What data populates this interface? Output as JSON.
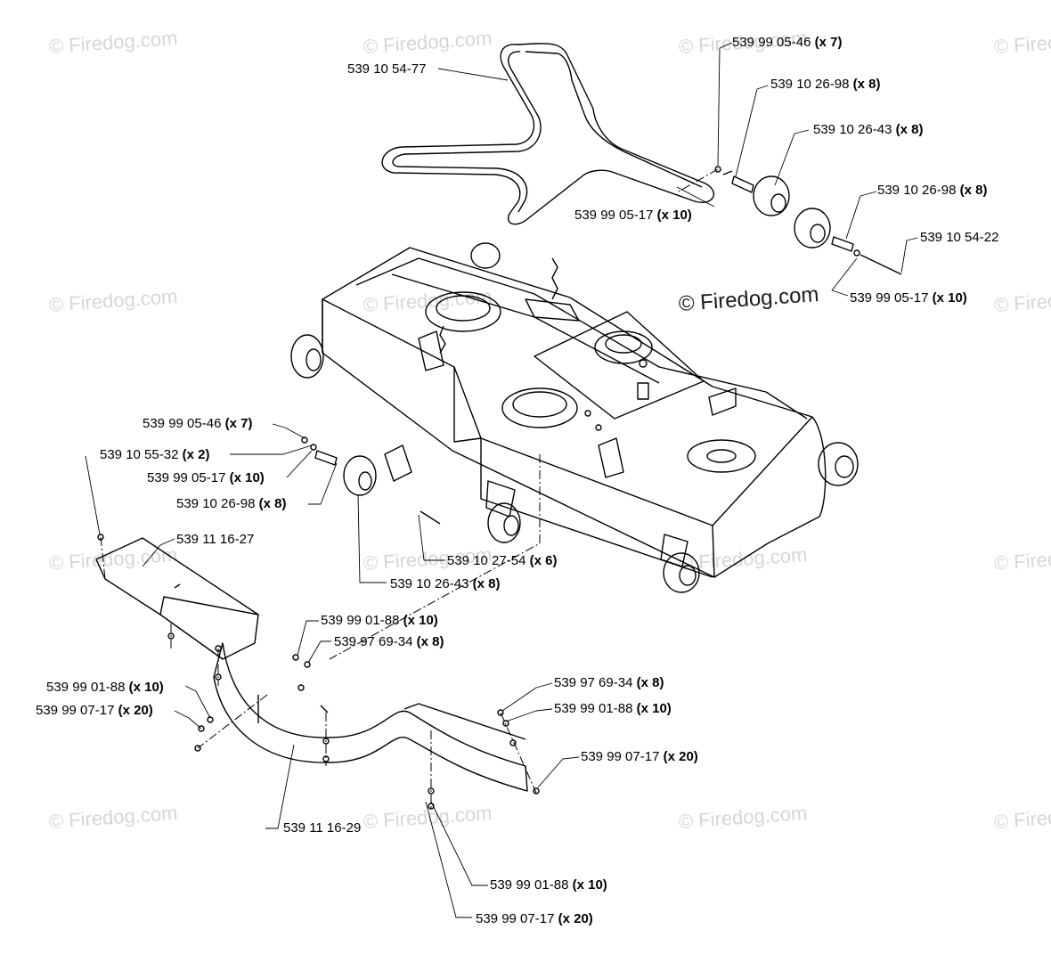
{
  "watermark": "© Firedog.com",
  "watermark_center": "© Firedog.com",
  "colors": {
    "line": "#000000",
    "watermark": "#d6d6d6"
  },
  "parts": [
    {
      "part_no": "539 10 54-77",
      "qty": ""
    },
    {
      "part_no": "539 99 05-46",
      "qty": "(x 7)"
    },
    {
      "part_no": "539 10 26-98",
      "qty": "(x 8)"
    },
    {
      "part_no": "539 10 26-43",
      "qty": "(x 8)"
    },
    {
      "part_no": "539 10 26-98",
      "qty": "(x 8)"
    },
    {
      "part_no": "539 99 05-17",
      "qty": "(x 10)"
    },
    {
      "part_no": "539 10 54-22",
      "qty": ""
    },
    {
      "part_no": "539 99 05-17",
      "qty": "(x 10)"
    },
    {
      "part_no": "539 99 05-46",
      "qty": "(x 7)"
    },
    {
      "part_no": "539 10 55-32",
      "qty": "(x 2)"
    },
    {
      "part_no": "539 99 05-17",
      "qty": "(x 10)"
    },
    {
      "part_no": "539 10 26-98",
      "qty": "(x 8)"
    },
    {
      "part_no": "539 11 16-27",
      "qty": ""
    },
    {
      "part_no": "539 10 27-54",
      "qty": "(x 6)"
    },
    {
      "part_no": "539 10 26-43",
      "qty": "(x 8)"
    },
    {
      "part_no": "539 99 01-88",
      "qty": "(x 10)"
    },
    {
      "part_no": "539 97 69-34",
      "qty": "(x 8)"
    },
    {
      "part_no": "539 99 01-88",
      "qty": "(x 10)"
    },
    {
      "part_no": "539 99 07-17",
      "qty": "(x 20)"
    },
    {
      "part_no": "539 97 69-34",
      "qty": "(x 8)"
    },
    {
      "part_no": "539 99 01-88",
      "qty": "(x 10)"
    },
    {
      "part_no": "539 99 07-17",
      "qty": "(x 20)"
    },
    {
      "part_no": "539 11 16-29",
      "qty": ""
    },
    {
      "part_no": "539 99 01-88",
      "qty": "(x 10)"
    },
    {
      "part_no": "539 99 07-17",
      "qty": "(x 20)"
    }
  ]
}
